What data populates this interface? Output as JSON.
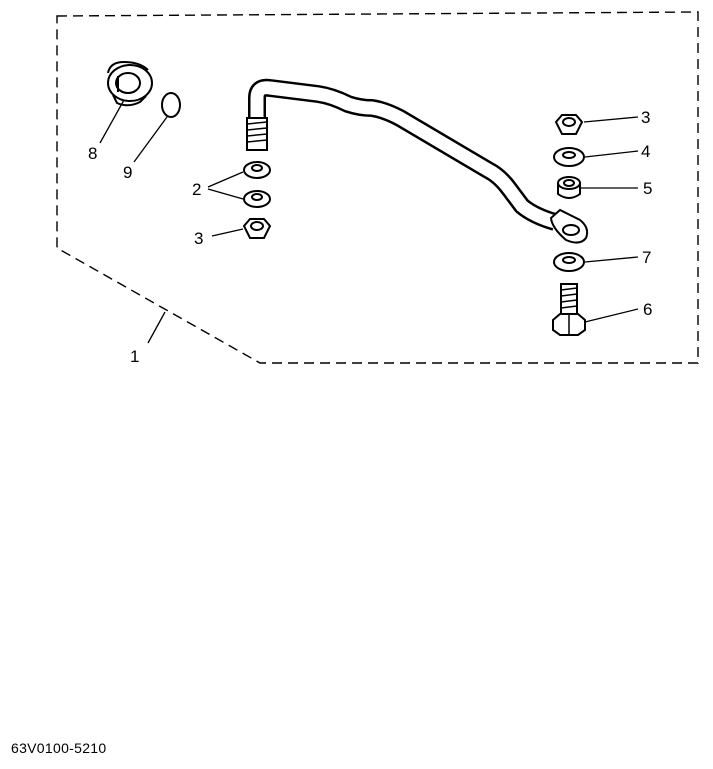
{
  "diagram": {
    "parts": [
      {
        "id": "assembly",
        "label": "1",
        "icon": "steering-link-assembly"
      },
      {
        "id": "washer-left",
        "label": "2",
        "icon": "washer-icon"
      },
      {
        "id": "nut-left",
        "label": "3",
        "icon": "nut-icon"
      },
      {
        "id": "nut-right",
        "label": "3",
        "icon": "nut-icon"
      },
      {
        "id": "washer-right",
        "label": "4",
        "icon": "washer-icon"
      },
      {
        "id": "collar",
        "label": "5",
        "icon": "collar-icon"
      },
      {
        "id": "bolt",
        "label": "6",
        "icon": "bolt-icon"
      },
      {
        "id": "washer-lower",
        "label": "7",
        "icon": "washer-icon"
      },
      {
        "id": "grommet",
        "label": "8",
        "icon": "grommet-icon"
      },
      {
        "id": "o-ring",
        "label": "9",
        "icon": "o-ring-icon"
      }
    ],
    "line_color": "#000000",
    "background": "#ffffff"
  },
  "footer": {
    "part_code": "63V0100-5210"
  }
}
